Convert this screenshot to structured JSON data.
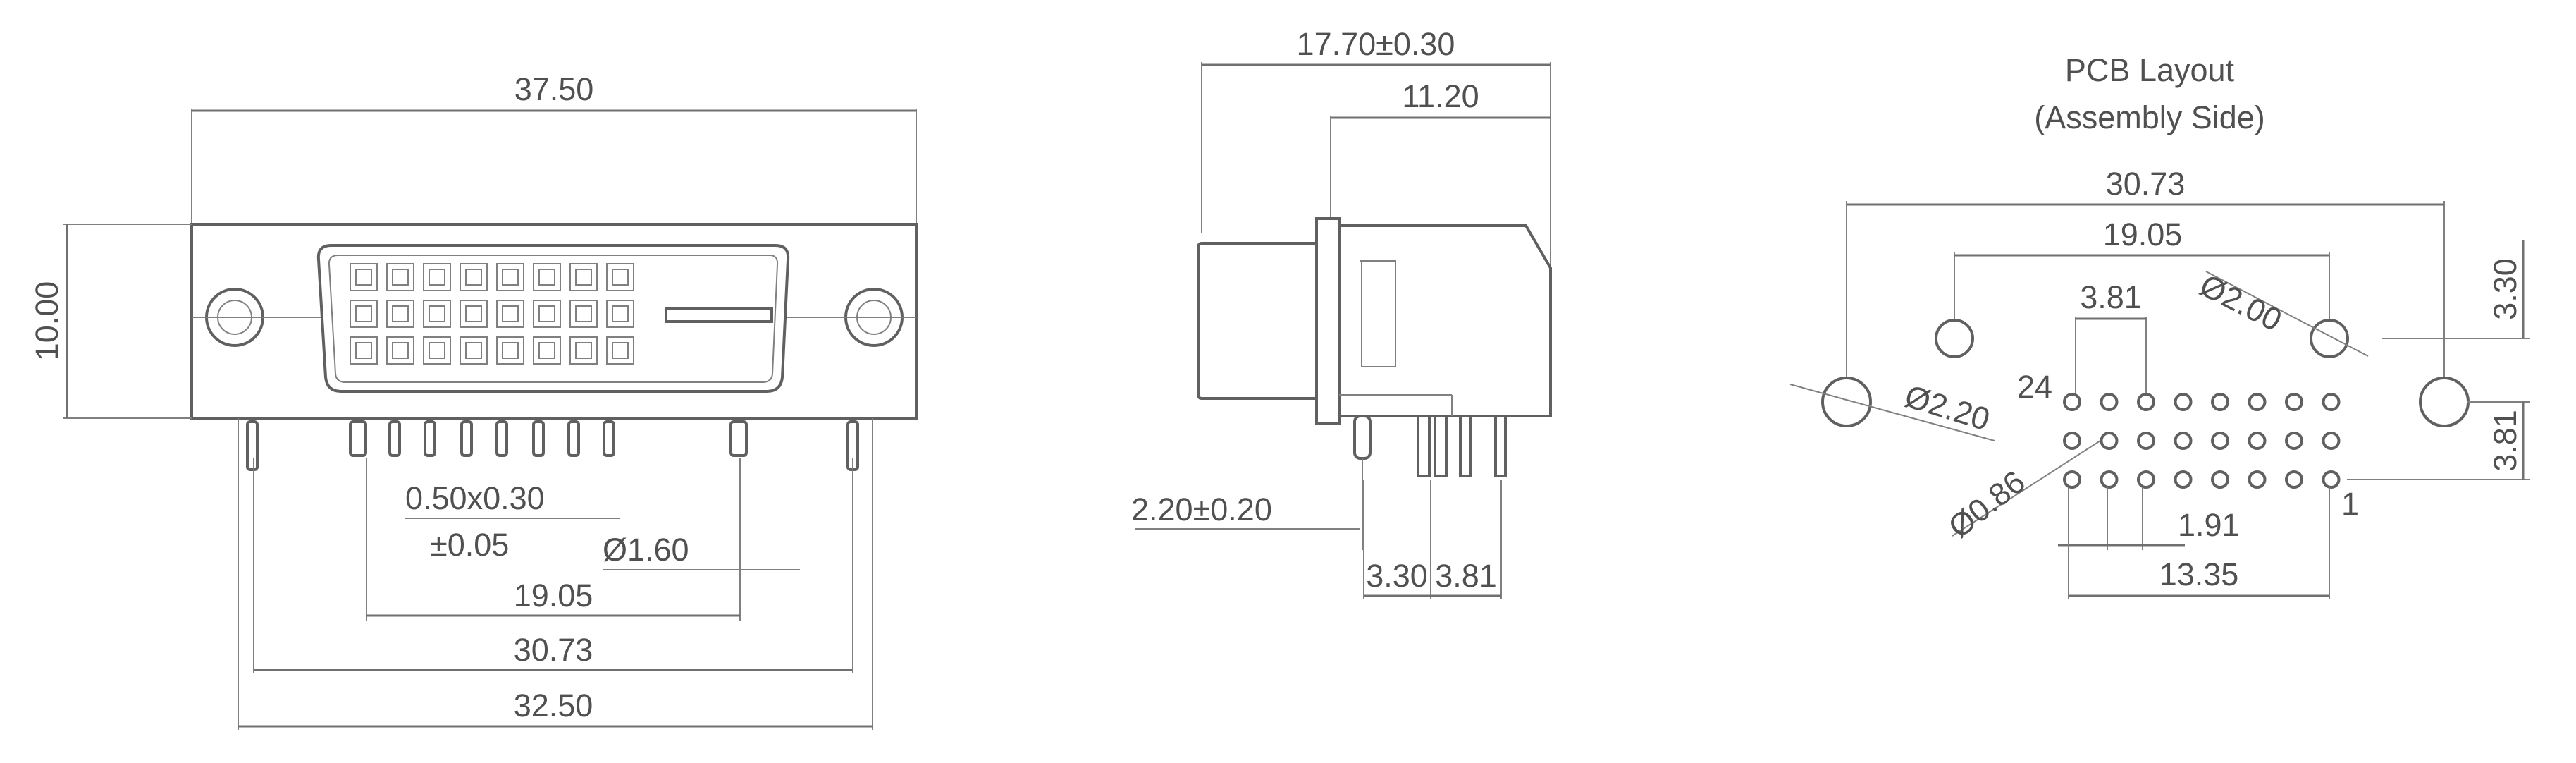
{
  "front_view": {
    "overall_width": "37.50",
    "height": "10.00",
    "contact_size": "0.50x0.30",
    "contact_tolerance": "±0.05",
    "pin_diameter": "Ø1.60",
    "pin_span_inner": "19.05",
    "pin_span_outer": "30.73",
    "board_width": "32.50"
  },
  "side_view": {
    "overall_depth": "17.70±0.30",
    "body_depth": "11.20",
    "standoff": "2.20±0.20",
    "pitch_a": "3.30",
    "pitch_b": "3.81"
  },
  "pcb_layout": {
    "title": "PCB Layout",
    "subtitle": "(Assembly Side)",
    "outer_span": "30.73",
    "inner_span": "19.05",
    "row_pitch": "3.81",
    "hole_small": "Ø2.00",
    "hole_large": "Ø2.20",
    "pad_hole": "Ø0.86",
    "pin_pitch": "1.91",
    "pin_row_span": "13.35",
    "vert_offset_top": "3.30",
    "vert_offset_bottom": "3.81",
    "pin_first": "24",
    "pin_last": "1"
  }
}
